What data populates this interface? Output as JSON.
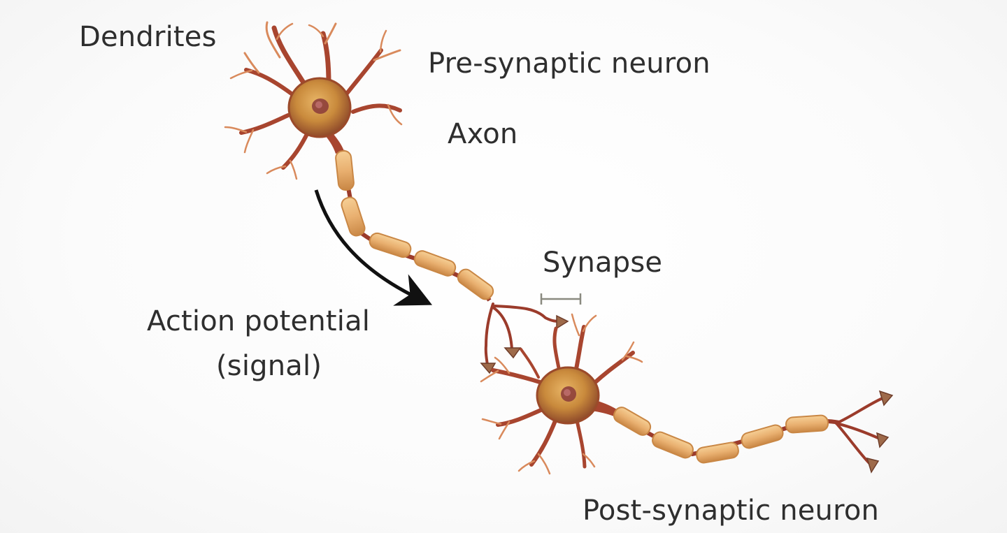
{
  "labels": {
    "dendrites": "Dendrites",
    "pre_synaptic": "Pre-synaptic neuron",
    "axon": "Axon",
    "synapse": "Synapse",
    "action_potential": "Action potential",
    "signal": "(signal)",
    "post_synaptic": "Post-synaptic neuron"
  },
  "colors": {
    "dendrite": "#a8452f",
    "dendrite_tip": "#d98a5c",
    "cell_body": "#c98a3c",
    "nucleus": "#8a3a3a",
    "myelin": "#e9b070",
    "myelin_edge": "#c98745",
    "axon": "#9b3b2b",
    "terminal": "#9e6a4a",
    "arrow": "#111111",
    "synapse_marker": "#8a8a80",
    "text": "#2e2e2e"
  }
}
